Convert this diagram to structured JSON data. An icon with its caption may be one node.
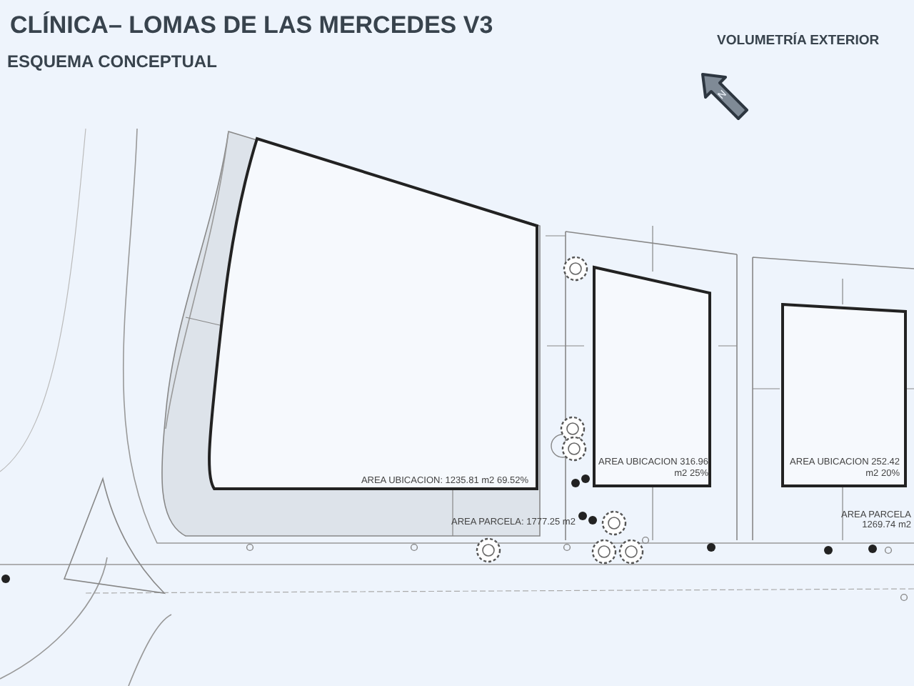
{
  "diagram": {
    "title": "CLÍNICA– LOMAS DE LAS MERCEDES V3",
    "nodes": [
      {
        "text": [
          "AREA UBICACION: 1235.81 m2 69.52%"
        ]
      },
      {
        "text": [
          "AREA UBICACION 316.96 m2 25%"
        ]
      },
      {
        "text": [
          "AREA UBICACION 252.42 m2 20%"
        ]
      }
    ],
    "labels": [
      "ESQUEMA CONCEPTUAL",
      "VOLUMETRÍA EXTERIOR",
      "N",
      "AREA PARCELA: 1777.25 m2",
      "AREA PARCELA 1269.74 m2"
    ]
  }
}
